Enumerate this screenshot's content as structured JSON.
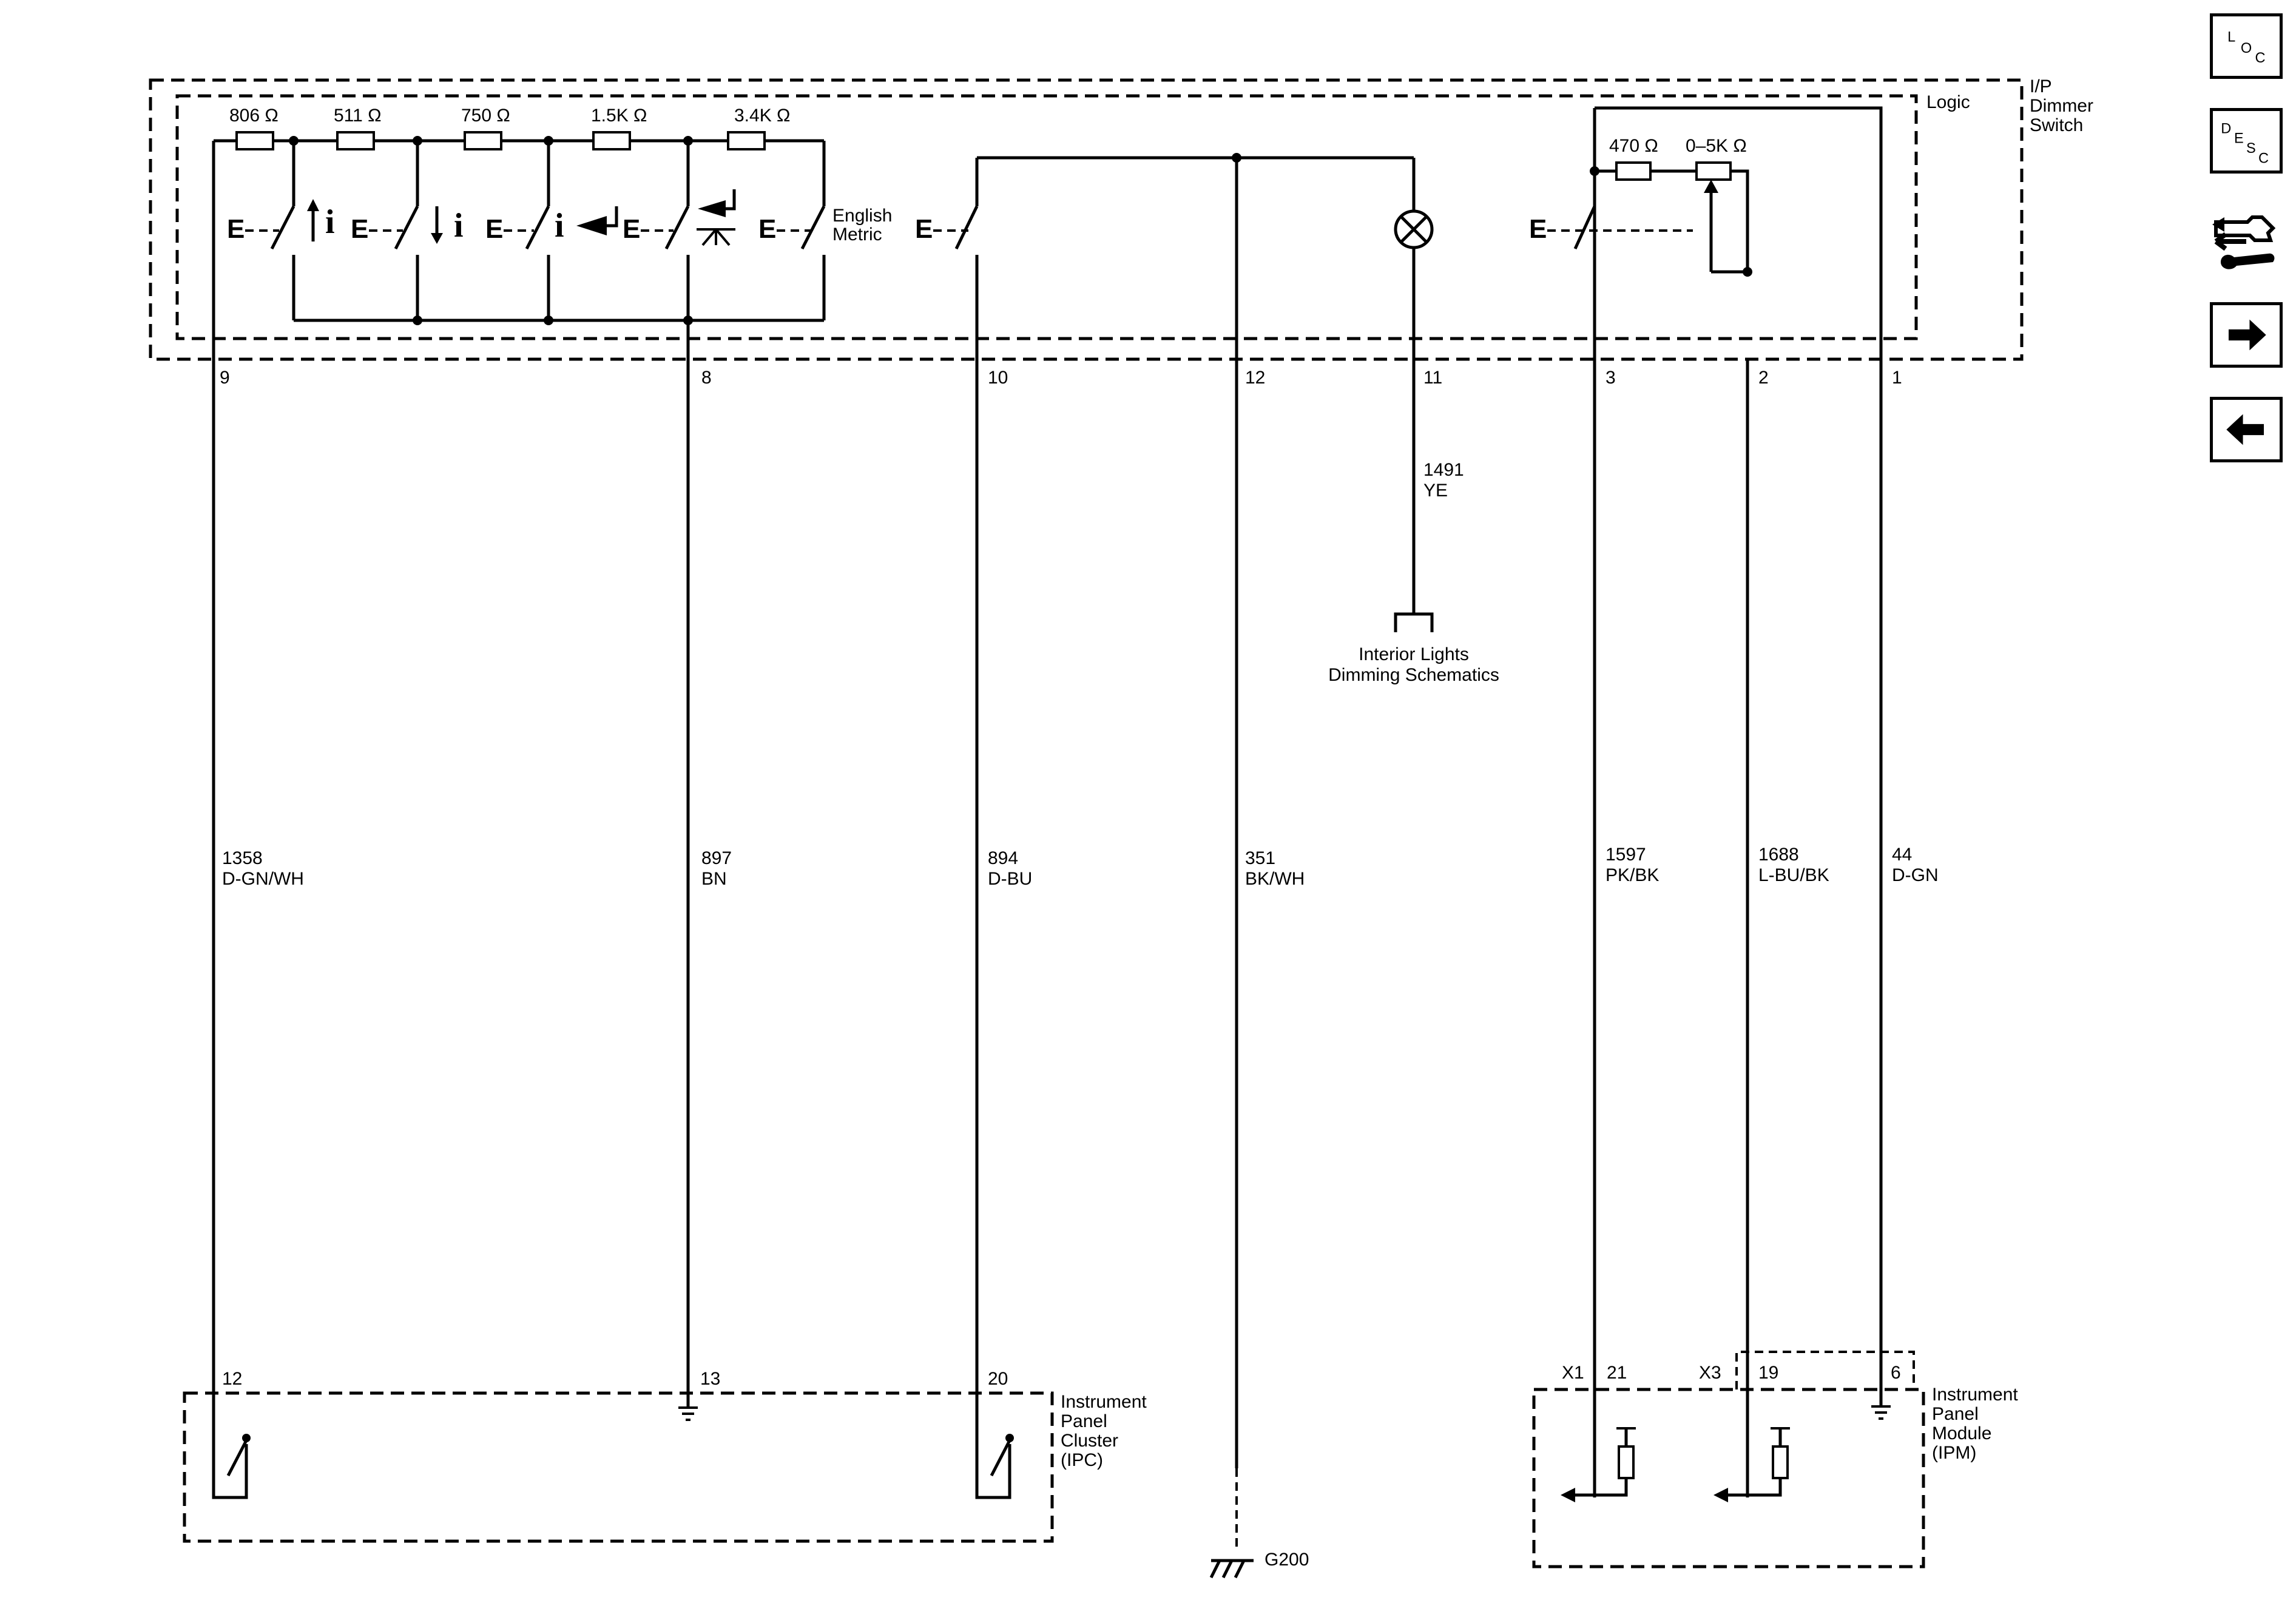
{
  "component": {
    "name_lines": [
      "I/P",
      "Dimmer",
      "Switch"
    ],
    "logic_label": "Logic",
    "resistors": [
      "806 Ω",
      "511 Ω",
      "750 Ω",
      "1.5K Ω",
      "3.4K Ω"
    ],
    "right_resistors": [
      "470 Ω",
      "0–5K Ω"
    ],
    "english_metric": [
      "English",
      "Metric"
    ],
    "switch_e": "E",
    "info_symbol": "i",
    "pins": [
      "9",
      "8",
      "10",
      "12",
      "11",
      "3",
      "2",
      "1"
    ]
  },
  "wires": [
    {
      "circuit": "1358",
      "color": "D-GN/WH"
    },
    {
      "circuit": "897",
      "color": "BN"
    },
    {
      "circuit": "894",
      "color": "D-BU"
    },
    {
      "circuit": "351",
      "color": "BK/WH"
    },
    {
      "circuit": "1491",
      "color": "YE"
    },
    {
      "circuit": "1597",
      "color": "PK/BK"
    },
    {
      "circuit": "1688",
      "color": "L-BU/BK"
    },
    {
      "circuit": "44",
      "color": "D-GN"
    }
  ],
  "interior_lights": [
    "Interior Lights",
    "Dimming Schematics"
  ],
  "ipc": {
    "name_lines": [
      "Instrument",
      "Panel",
      "Cluster",
      "(IPC)"
    ],
    "pins": [
      "12",
      "13",
      "20"
    ]
  },
  "ground": {
    "label": "G200"
  },
  "ipm": {
    "name_lines": [
      "Instrument",
      "Panel",
      "Module",
      "(IPM)"
    ],
    "connectors": [
      "X1",
      "X3"
    ],
    "pins": [
      "21",
      "19",
      "6"
    ]
  },
  "nav": {
    "loc": [
      "L",
      "O",
      "C"
    ],
    "desc": [
      "D",
      "E",
      "S",
      "C"
    ],
    "icons": [
      "connector-repair-icon",
      "arrow-right-icon",
      "arrow-left-icon"
    ]
  }
}
